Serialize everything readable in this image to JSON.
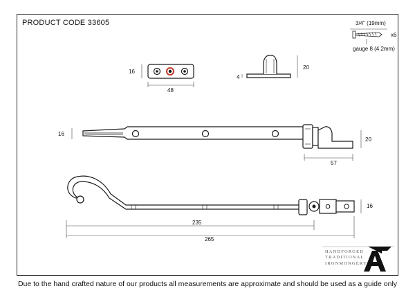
{
  "product_code": "PRODUCT CODE 33605",
  "screw_spec": {
    "length": "3/4\" (19mm)",
    "quantity": "x6",
    "gauge": "gauge 8 (4.2mm)"
  },
  "keep_plate": {
    "height": "16",
    "width": "48"
  },
  "pin_keep": {
    "height_left": "4",
    "height_right": "20"
  },
  "stay_top": {
    "height_left": "16",
    "height_right": "20",
    "width": "57"
  },
  "stay_bottom": {
    "height_right": "16",
    "length_inner": "235",
    "length_overall": "265"
  },
  "brand": {
    "line1": "HANDFORGED",
    "line2": "TRADITIONAL",
    "line3": "IRONMONGERY",
    "logo_icon": "anvil-a-logo-icon"
  },
  "footer": "Due to the hand crafted nature of our products all measurements are approximate and should be used as a guide only",
  "colors": {
    "line": "#1a1a1a",
    "accent_ring": "#c0392b",
    "dim": "#444444"
  }
}
